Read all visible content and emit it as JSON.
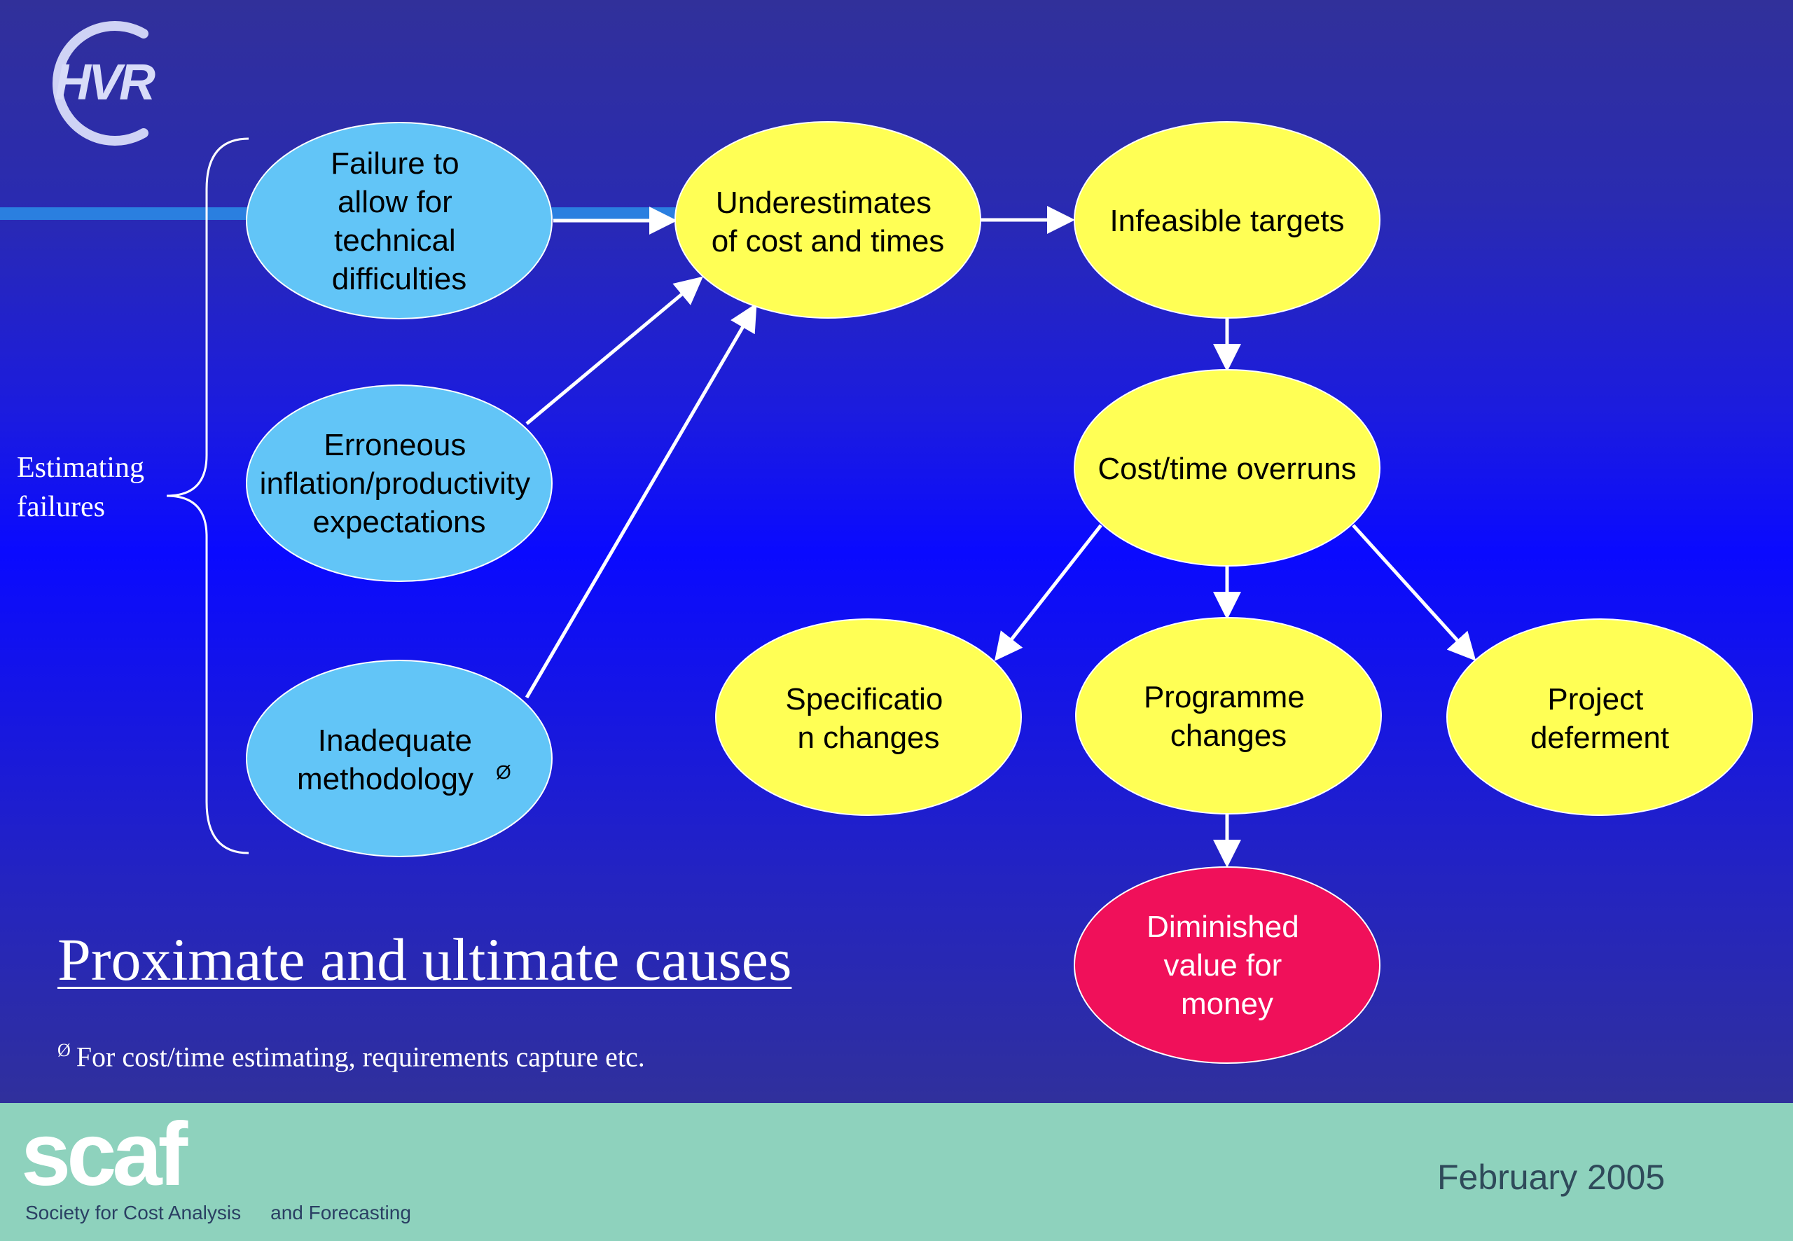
{
  "logo": {
    "letters": "HVR"
  },
  "side_label": [
    "Estimating",
    "failures"
  ],
  "nodes": {
    "failure_technical": [
      "Failure to",
      "allow for",
      "technical",
      "difficulties"
    ],
    "erroneous_inflation": [
      "Erroneous",
      "inflation/productivity",
      "expectations"
    ],
    "inadequate_methodology": [
      "Inadequate",
      "methodology"
    ],
    "inadequate_methodology_mark": "Ø",
    "underestimates": [
      "Underestimates",
      "of cost and times"
    ],
    "infeasible_targets": [
      "Infeasible targets"
    ],
    "cost_time_overruns": [
      "Cost/time overruns"
    ],
    "specification_changes": [
      "Specificatio",
      "n changes"
    ],
    "programme_changes": [
      "Programme",
      "changes"
    ],
    "project_deferment": [
      "Project",
      "deferment"
    ],
    "diminished_value": [
      "Diminished",
      "value for",
      "money"
    ]
  },
  "title": "Proximate and ultimate causes",
  "footnote": {
    "mark": "Ø",
    "text": "For cost/time estimating, requirements capture etc."
  },
  "footer": {
    "brand": "scaf",
    "brand_sub_left": "Society for Cost Analysis",
    "brand_sub_right": "and Forecasting",
    "date": "February 2005"
  },
  "colors": {
    "blue_node": "#62c5f7",
    "yellow_node": "#ffff55",
    "red_node": "#f0105a",
    "footer_bg": "#8ed2bd",
    "arrow": "#ffffff"
  }
}
